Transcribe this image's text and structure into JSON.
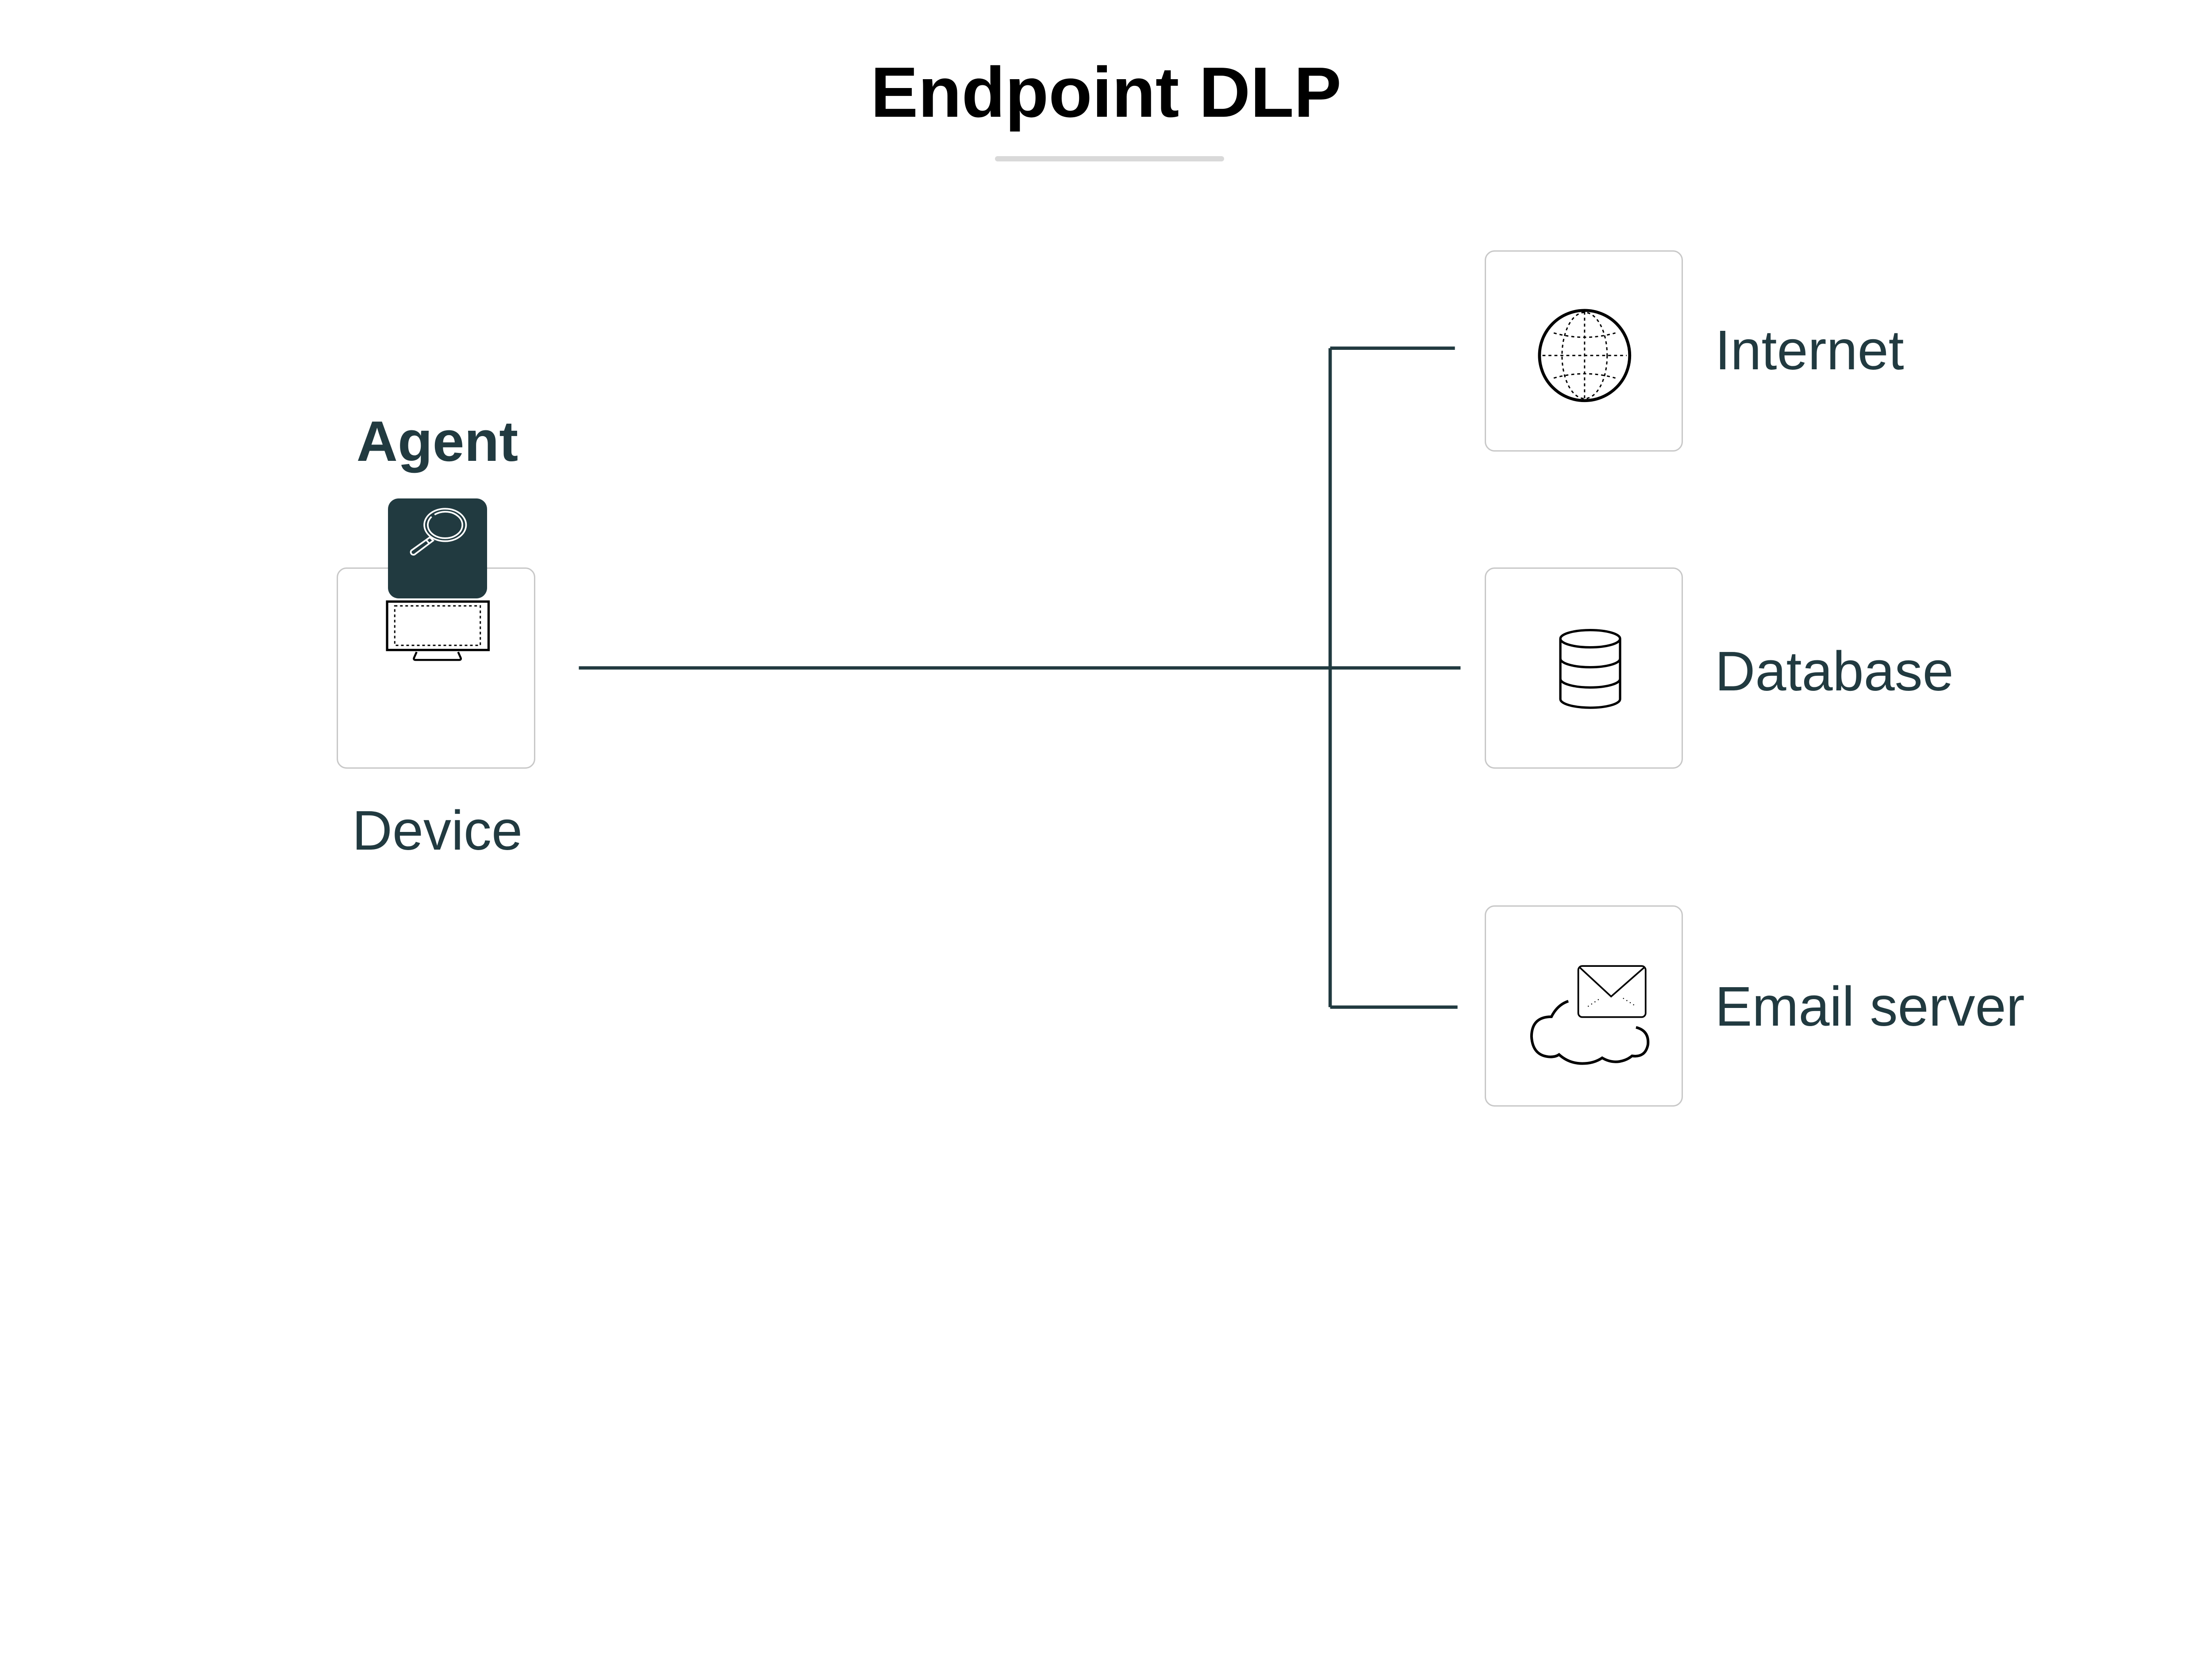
{
  "title": "Endpoint DLP",
  "colors": {
    "primary": "#213a40",
    "box_border": "#c8c8c8",
    "rule": "#d9d9d9"
  },
  "source": {
    "label": "Device",
    "agent_label": "Agent",
    "icon": "monitor-icon",
    "agent_icon": "magnifier-icon"
  },
  "destinations": [
    {
      "label": "Internet",
      "icon": "globe-icon"
    },
    {
      "label": "Database",
      "icon": "database-icon"
    },
    {
      "label": "Email server",
      "icon": "cloud-email-icon"
    }
  ]
}
